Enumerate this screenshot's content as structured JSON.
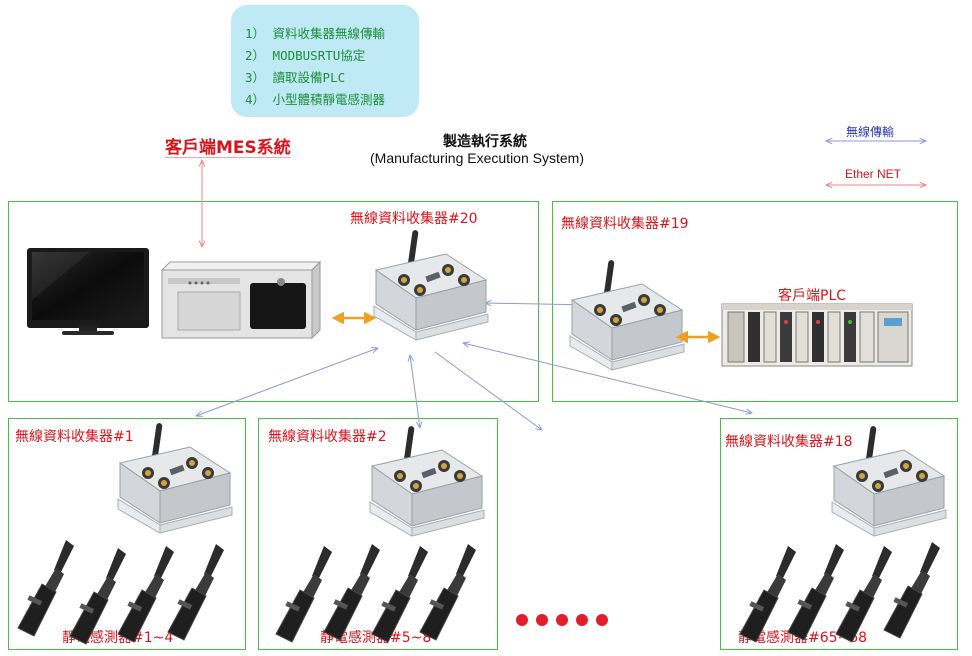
{
  "callout": {
    "items": [
      "1） 資料收集器無線傳輸",
      "2） MODBUSRTU協定",
      "3） 讀取設備PLC",
      "4） 小型體積靜電感測器"
    ]
  },
  "mes_label": "客戶端MES系統",
  "title": {
    "line1": "製造執行系統",
    "line2": "(Manufacturing Execution System)"
  },
  "legend": {
    "wireless": "無線傳輸",
    "ethernet": "Ether NET"
  },
  "groups": {
    "g20": {
      "label": "無線資料收集器#20"
    },
    "g19": {
      "label": "無線資料收集器#19",
      "plc_label": "客戶端PLC"
    },
    "g1": {
      "label": "無線資料收集器#1",
      "sensors": "靜電感測器#1~4"
    },
    "g2": {
      "label": "無線資料收集器#2",
      "sensors": "靜電感測器#5~8"
    },
    "g18": {
      "label": "無線資料收集器#18",
      "sensors": "靜電感測器#65~68"
    }
  },
  "colors": {
    "border": "#4cbb4c",
    "red": "#d8141c",
    "wireless": "#2a3aa8",
    "ethernet": "#d8141c",
    "orange": "#f0a020",
    "callout_bg": "#bfe9f5",
    "callout_text": "#1d8f3a"
  }
}
